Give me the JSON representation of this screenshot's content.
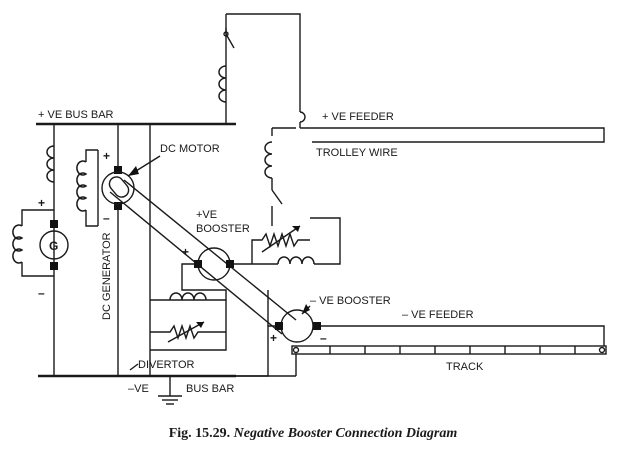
{
  "labels": {
    "pos_bus_bar": "+ VE BUS BAR",
    "pos_feeder": "+ VE FEEDER",
    "trolley_wire": "TROLLEY WIRE",
    "dc_motor": "DC MOTOR",
    "pos_booster": "+VE\nBOOSTER",
    "neg_booster": "– VE BOOSTER",
    "neg_feeder": "– VE FEEDER",
    "track": "TRACK",
    "divertor": "DIVERTOR",
    "neg_bus_bar_sign": "–VE",
    "neg_bus_bar": "BUS BAR",
    "dc_generator": "DC GENERATOR",
    "generator_symbol": "G",
    "plus": "+",
    "minus": "–"
  },
  "caption": {
    "fig_number": "Fig. 15.29.",
    "title": "Negative Booster Connection Diagram"
  }
}
